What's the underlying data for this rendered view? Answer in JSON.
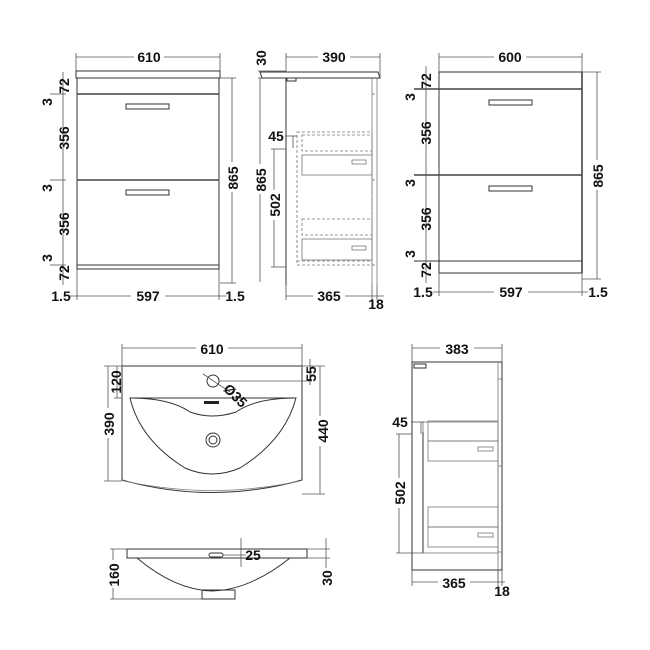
{
  "front_view_610": {
    "width_top": "610",
    "plinth_top": "72",
    "gap_1": "3",
    "drawer_1": "356",
    "gap_2": "3",
    "drawer_2": "356",
    "gap_3": "3",
    "plinth_bottom": "72",
    "total_height": "865",
    "side_offset_left": "1.5",
    "inner_width": "597",
    "side_offset_right": "1.5"
  },
  "side_view_basin": {
    "basin_thickness": "30",
    "depth_top": "390",
    "total_height": "865",
    "drawer_offset": "45",
    "drawer_height": "502",
    "cabinet_depth": "365",
    "door_thickness": "18"
  },
  "front_view_600": {
    "width_top": "600",
    "plinth_top": "72",
    "gap_1": "3",
    "drawer_1": "356",
    "gap_2": "3",
    "drawer_2": "356",
    "gap_3": "3",
    "plinth_bottom": "72",
    "total_height": "865",
    "side_offset_left": "1.5",
    "inner_width": "597",
    "side_offset_right": "1.5"
  },
  "basin_plan": {
    "width": "610",
    "tap_hole_offset": "120",
    "depth": "390",
    "tap_edge": "55",
    "tap_diameter": "Ø35",
    "overall_depth": "440"
  },
  "basin_section": {
    "height": "160",
    "overflow": "25",
    "rim_thickness": "30"
  },
  "side_view_cabinet": {
    "depth_top": "383",
    "drawer_offset": "45",
    "drawer_height": "502",
    "cabinet_depth": "365",
    "door_thickness": "18"
  }
}
